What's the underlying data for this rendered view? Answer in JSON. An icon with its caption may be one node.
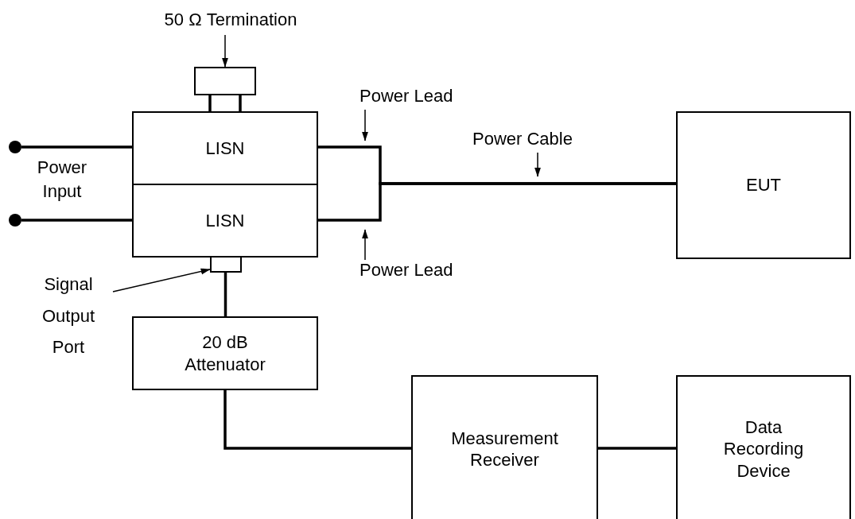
{
  "diagram": {
    "nodes": [
      {
        "text": [
          "50 Ω Termination"
        ]
      },
      {
        "text": [],
        "shape": "box"
      },
      {
        "text": [],
        "shape": "circle"
      },
      {
        "text": [
          "LISN"
        ]
      },
      {
        "text": [
          "LISN"
        ]
      },
      {
        "text": [],
        "shape": "circle"
      },
      {
        "text": [
          "Power Lead"
        ]
      },
      {
        "text": [
          "Power Cable"
        ]
      },
      {
        "text": [
          "EUT"
        ]
      },
      {
        "text": [
          "Power Lead"
        ]
      },
      {
        "text": [
          "Signal Output Port"
        ]
      },
      {
        "text": [],
        "shape": "box"
      },
      {
        "text": [
          "20 dB Attenuator"
        ]
      },
      {
        "text": [
          "Measurement Receiver"
        ]
      },
      {
        "text": [
          "Data Recording Device"
        ]
      }
    ],
    "edges": [
      {
        "from": 0,
        "to": 1,
        "arrow": "to"
      },
      {
        "from": 1,
        "to": 3,
        "arrow": "none"
      },
      {
        "from": 1,
        "to": 3,
        "arrow": "none"
      },
      {
        "from": 2,
        "to": 3,
        "arrow": "none"
      },
      {
        "from": 5,
        "to": 4,
        "arrow": "none"
      },
      {
        "from": 3,
        "to": 8,
        "arrow": "none"
      },
      {
        "from": 4,
        "to": 8,
        "arrow": "none"
      },
      {
        "from": 6,
        "to": null,
        "arrow": "to"
      },
      {
        "from": 7,
        "to": null,
        "arrow": "to"
      },
      {
        "from": 9,
        "to": null,
        "arrow": "to"
      },
      {
        "from": 10,
        "to": 11,
        "arrow": "to"
      },
      {
        "from": 11,
        "to": 12,
        "arrow": "none"
      },
      {
        "from": 12,
        "to": 13,
        "arrow": "none"
      },
      {
        "from": 13,
        "to": 14,
        "arrow": "none"
      }
    ],
    "labels": [
      "Power Input"
    ]
  }
}
